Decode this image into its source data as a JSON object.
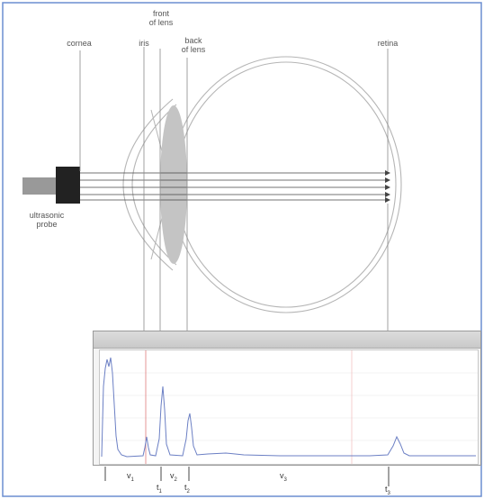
{
  "labels": {
    "cornea": "cornea",
    "iris": "iris",
    "front_of_lens": "front\nof lens",
    "back_of_lens": "back\nof lens",
    "retina": "retina",
    "ultrasonic_probe": "ultrasonic\nprobe"
  },
  "bottom_labels": {
    "v1": "v",
    "v1_sub": "1",
    "t1": "t",
    "t1_sub": "1",
    "v2": "v",
    "v2_sub": "2",
    "t2": "t",
    "t2_sub": "2",
    "v3": "v",
    "v3_sub": "3",
    "t3": "t",
    "t3_sub": "3"
  },
  "colors": {
    "eye_outline": "#b5b5b5",
    "lens_fill": "#c4c4c4",
    "probe_body": "#222222",
    "probe_handle": "#999999",
    "signal": "#6b7fc4",
    "marker_red": "#e07a7a",
    "guide": "#8a8a8a"
  }
}
